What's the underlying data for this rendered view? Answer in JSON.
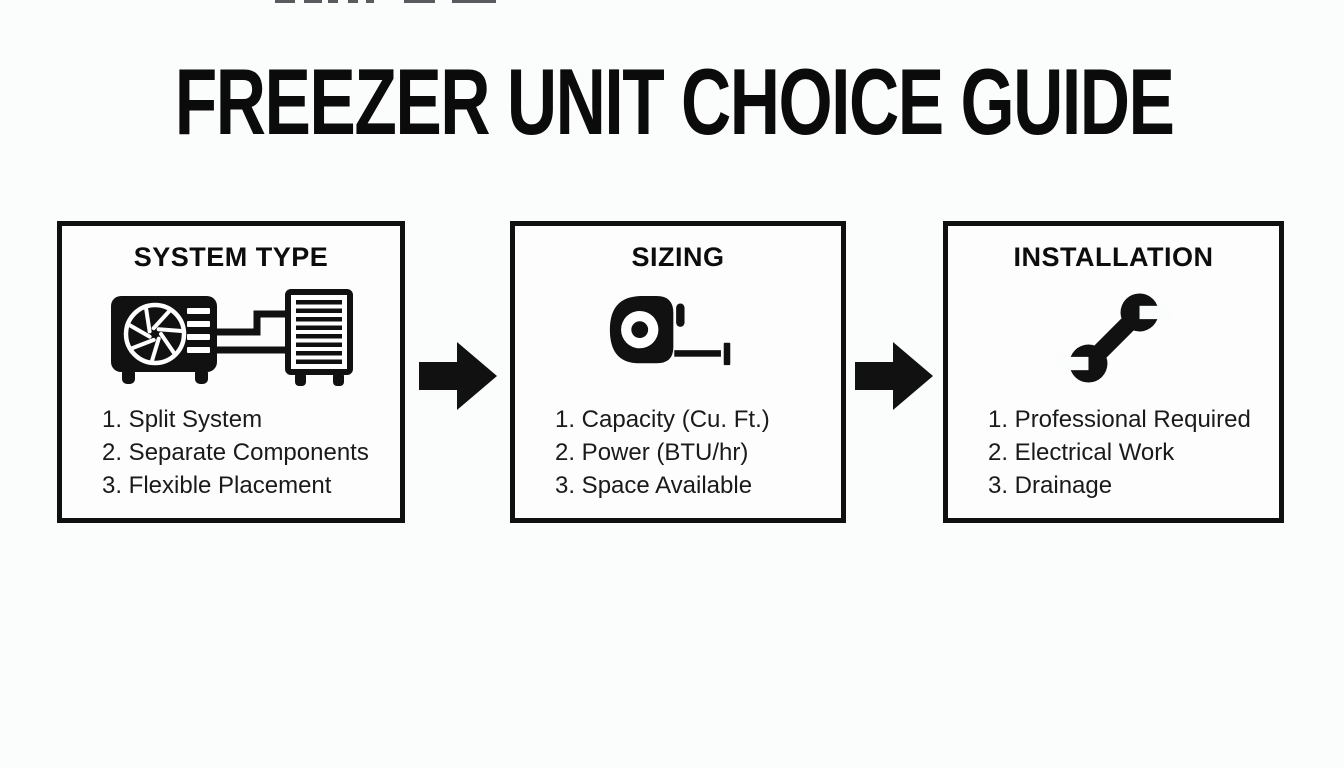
{
  "title": "FREEZER UNIT CHOICE GUIDE",
  "steps": [
    {
      "heading": "SYSTEM TYPE",
      "icon": "split-system-icon",
      "items": [
        "1. Split System",
        "2. Separate Components",
        "3. Flexible Placement"
      ]
    },
    {
      "heading": "SIZING",
      "icon": "tape-measure-icon",
      "items": [
        "1. Capacity (Cu. Ft.)",
        "2. Power (BTU/hr)",
        "3. Space Available"
      ]
    },
    {
      "heading": "INSTALLATION",
      "icon": "wrench-icon",
      "items": [
        "1. Professional Required",
        "2. Electrical Work",
        "3. Drainage"
      ]
    }
  ],
  "icons": {
    "connector": "arrow-right-icon",
    "step1": "split-system-icon",
    "step2": "tape-measure-icon",
    "step3": "wrench-icon"
  },
  "colors": {
    "ink": "#111111",
    "list_text": "#1a1a1a",
    "background": "#fbfcfc"
  }
}
